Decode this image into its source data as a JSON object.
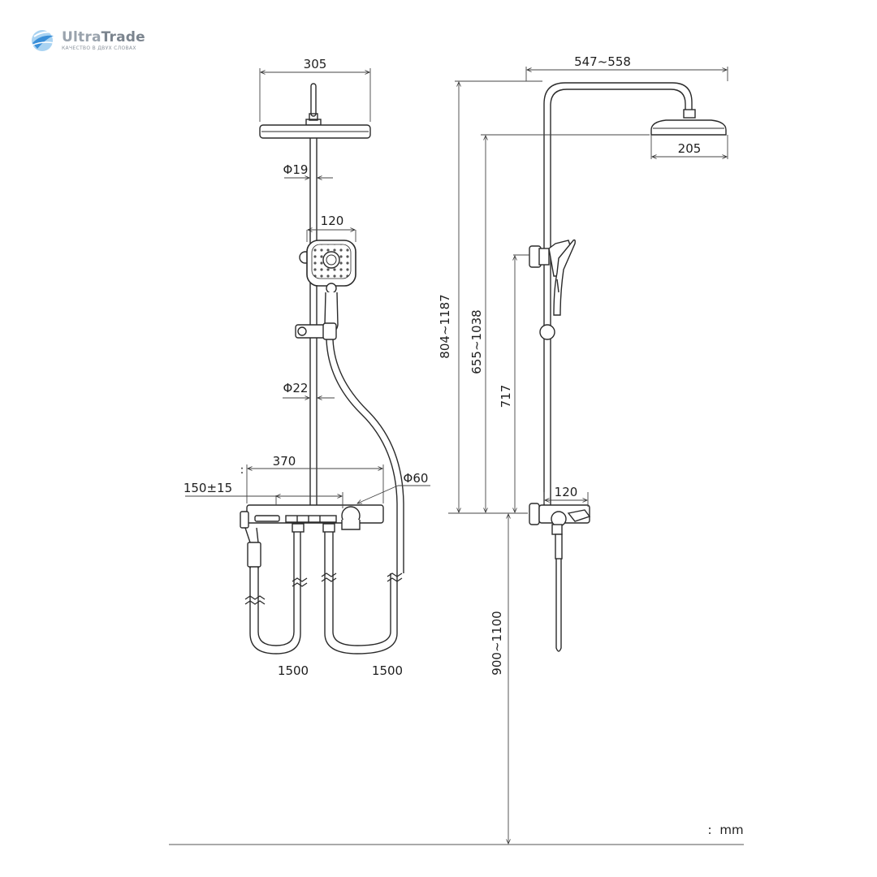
{
  "brand": {
    "name_part1": "Ultra",
    "name_part2": "Trade",
    "tagline": "КАЧЕСТВО В ДВУХ СЛОВАХ",
    "color_primary": "#3a8fd8",
    "color_secondary": "#a9d3f2"
  },
  "front_view": {
    "overhead_width": "305",
    "pipe_diameter_top": "Φ19",
    "handshower_width": "120",
    "pipe_diameter_bottom": "Φ22",
    "shelf_width": "370",
    "shelf_prefix": ":",
    "inlet_spacing": "150±15",
    "knob_diameter": "Φ60",
    "hose_length_left": "1500",
    "hose_length_right": "1500"
  },
  "side_view": {
    "arm_reach": "547~558",
    "overhead_depth": "205",
    "total_height": "804~1187",
    "head_height": "655~1038",
    "slider_height": "717",
    "mixer_depth": "120",
    "install_height": "900~1100"
  },
  "units_note": {
    "prefix": ":",
    "unit": "mm"
  },
  "colors": {
    "line": "#2a2a2a",
    "dim_line": "#444444",
    "fill_light": "#ffffff"
  }
}
